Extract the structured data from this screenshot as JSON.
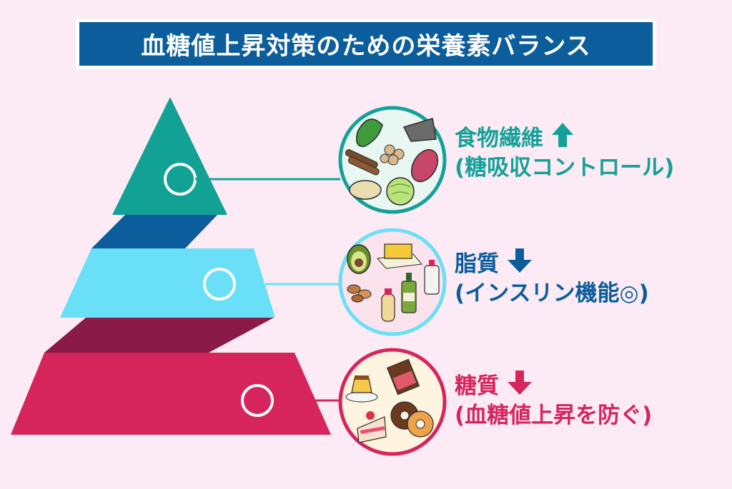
{
  "title": "血糖値上昇対策のための栄養素バランス",
  "tiers": [
    {
      "id": "fiber",
      "name": "食物繊維",
      "note": "(糖吸収コントロール)",
      "arrow": "up",
      "color": "#14a198",
      "icon": "vegetables-illustration"
    },
    {
      "id": "fat",
      "name": "脂質",
      "note": "(インスリン機能◎)",
      "arrow": "down",
      "color": "#0b5d9b",
      "icon": "fats-oils-illustration"
    },
    {
      "id": "carb",
      "name": "糖質",
      "note": "(血糖値上昇を防ぐ)",
      "arrow": "down",
      "color": "#d6245d",
      "icon": "sweets-illustration"
    }
  ],
  "colors": {
    "background": "#fcebf5",
    "title_bg": "#0b5d9b",
    "pyramid_top": "#12a195",
    "pyramid_top_connector": "#0b5d9b",
    "pyramid_middle": "#69dff8",
    "pyramid_middle_connector": "#8a1a48",
    "pyramid_bottom": "#d6245d"
  }
}
